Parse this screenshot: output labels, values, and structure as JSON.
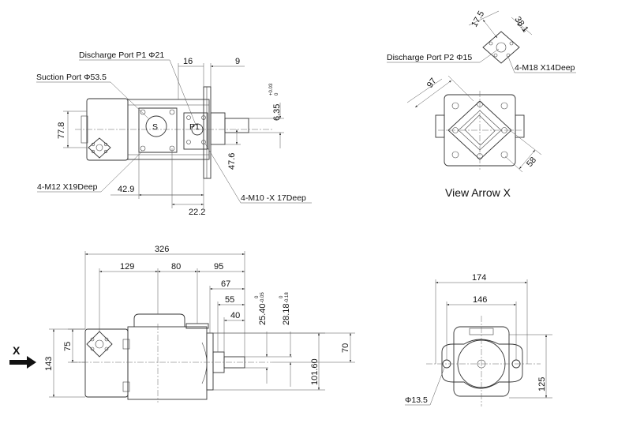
{
  "top_view": {
    "discharge_port": "Discharge Port P1 Φ21",
    "suction_port": "Suction Port Φ53.5",
    "dim_16": "16",
    "dim_9": "9",
    "dim_6_35": "6.35",
    "tol_6_35_upper": "+0.03",
    "tol_6_35_lower": "0",
    "dim_77_8": "77.8",
    "dim_47_6": "47.6",
    "dim_42_9": "42.9",
    "dim_22_2": "22.2",
    "thread_left": "4-M12 X19Deep",
    "thread_right": "4-M10 -X 17Deep",
    "mark_s": "S",
    "mark_p1": "P1"
  },
  "arrow_view": {
    "title": "View Arrow X",
    "dim_17_5": "17.5",
    "dim_38_1": "38.1",
    "discharge_port": "Discharge Port P2 Φ15",
    "thread": "4-M18 X14Deep",
    "dim_97": "97",
    "dim_58": "58"
  },
  "front_view": {
    "dim_326": "326",
    "dim_129": "129",
    "dim_80": "80",
    "dim_95": "95",
    "dim_67": "67",
    "dim_55": "55",
    "dim_40": "40",
    "dim_25_40": "25.40",
    "tol_25_40_upper": "0",
    "tol_25_40_lower": "-0.05",
    "dim_28_18": "28.18",
    "tol_28_18_upper": "0",
    "tol_28_18_lower": "-0.18",
    "dim_75": "75",
    "dim_143": "143",
    "dim_101_60": "101.60",
    "dim_70": "70",
    "arrow_label": "X"
  },
  "end_view": {
    "dim_174": "174",
    "dim_146": "146",
    "dim_125": "125",
    "hole": "Φ13.5"
  }
}
